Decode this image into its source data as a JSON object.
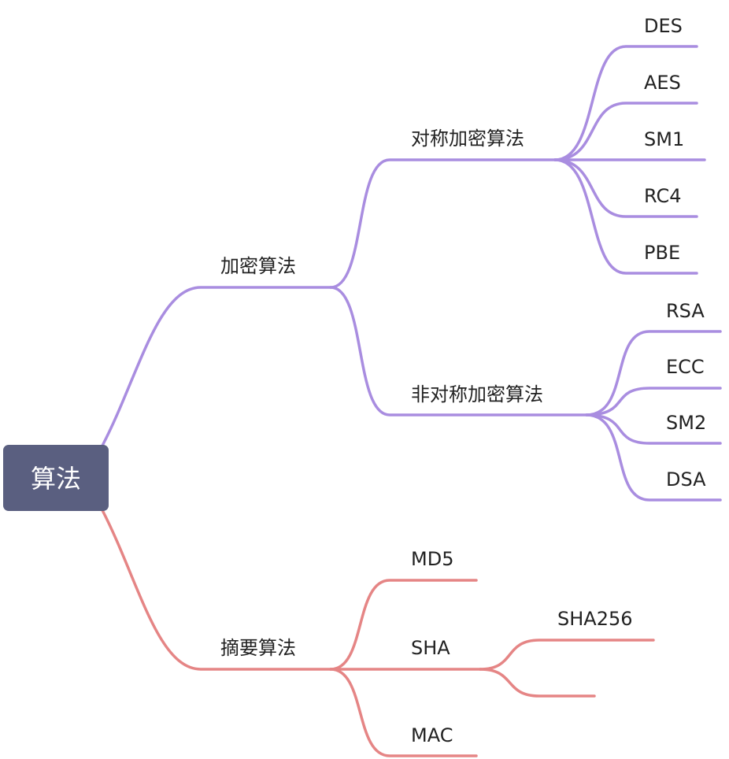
{
  "colors": {
    "root_bg": "#5a5f80",
    "root_text": "#ffffff",
    "encryption_branch": "#a98de0",
    "digest_branch": "#e58585",
    "label_text": "#222222"
  },
  "root": {
    "label": "算法"
  },
  "encryption": {
    "label": "加密算法",
    "symmetric": {
      "label": "对称加密算法",
      "items": [
        "DES",
        "AES",
        "SM1",
        "RC4",
        "PBE"
      ]
    },
    "asymmetric": {
      "label": "非对称加密算法",
      "items": [
        "RSA",
        "ECC",
        "SM2",
        "DSA"
      ]
    }
  },
  "digest": {
    "label": "摘要算法",
    "md5": {
      "label": "MD5"
    },
    "sha": {
      "label": "SHA",
      "children": [
        "SHA256",
        ""
      ]
    },
    "mac": {
      "label": "MAC"
    }
  }
}
